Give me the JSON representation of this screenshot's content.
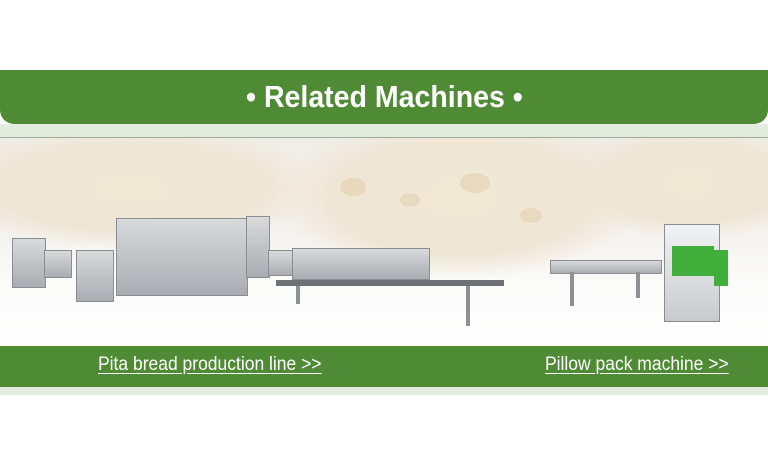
{
  "header": {
    "title": "• Related Machines •"
  },
  "links": [
    {
      "label": "Pita bread production line >>"
    },
    {
      "label": "Pillow pack machine >>"
    }
  ],
  "colors": {
    "brand_green": "#4f8a34",
    "band_light": "#e4ece0",
    "arrow_green": "#3a9a3a"
  },
  "icons": {
    "arrow": "arrow-right-icon"
  }
}
